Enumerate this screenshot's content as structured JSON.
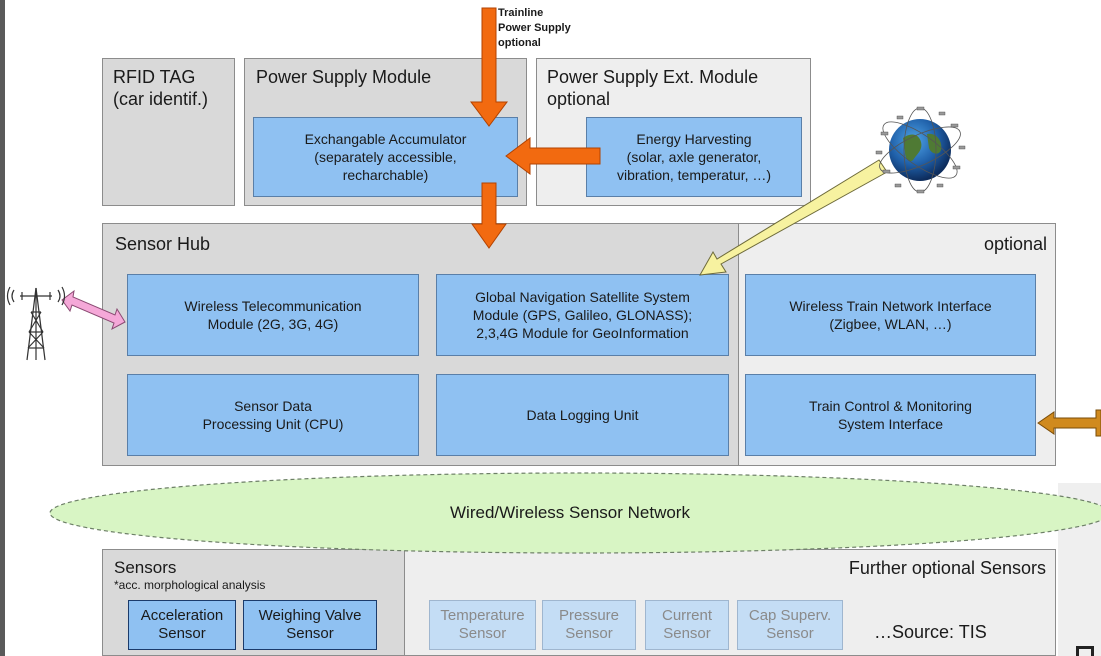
{
  "top_annotation": "Trainline\nPower Supply\noptional",
  "rfid": {
    "title": "RFID TAG\n(car identif.)"
  },
  "power_module": {
    "title": "Power Supply Module",
    "accumulator": "Exchangable Accumulator\n(separately accessible,\nrecharchable)"
  },
  "power_ext_module": {
    "title": "Power Supply Ext. Module\noptional",
    "harvesting": "Energy Harvesting\n(solar, axle generator,\nvibration, temperatur, …)"
  },
  "sensor_hub": {
    "title": "Sensor Hub",
    "optional_label": "optional",
    "wireless_telecom": "Wireless Telecommunication\nModule (2G, 3G, 4G)",
    "gnss": "Global Navigation Satellite System\nModule (GPS, Galileo, GLONASS);\n2,3,4G Module for GeoInformation",
    "train_network": "Wireless Train Network Interface\n(Zigbee, WLAN, …)",
    "cpu": "Sensor Data\nProcessing Unit (CPU)",
    "logging": "Data Logging Unit",
    "tcms": "Train Control & Monitoring\nSystem Interface"
  },
  "network": {
    "label": "Wired/Wireless Sensor Network"
  },
  "sensors": {
    "title": "Sensors",
    "note": "*acc. morphological analysis",
    "items": [
      "Acceleration\nSensor",
      "Weighing Valve\nSensor"
    ]
  },
  "further_sensors": {
    "title": "Further optional Sensors",
    "items": [
      "Temperature\nSensor",
      "Pressure\nSensor",
      "Current\nSensor",
      "Cap Superv.\nSensor"
    ]
  },
  "source": "…Source: TIS",
  "colors": {
    "module_blue": "#8fc1f2",
    "faded_blue": "#c4ddf5",
    "arrow_orange": "#f26a10",
    "arrow_yellow": "#f7f2a0",
    "arrow_pink": "#f5a8d8",
    "arrow_brown": "#d08a1e",
    "network_green": "#d8f5c4"
  }
}
